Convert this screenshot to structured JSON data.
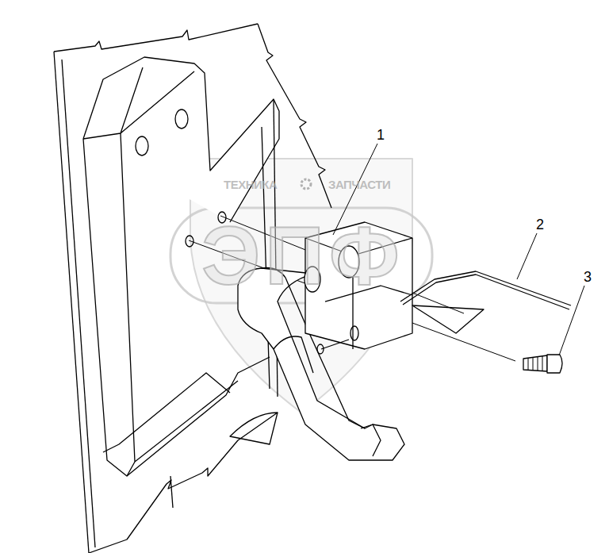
{
  "diagram": {
    "labels": [
      "1",
      "2",
      "3",
      "ТЕХНИКА",
      "ЗАПЧАСТИ",
      "ЭПФ"
    ]
  }
}
